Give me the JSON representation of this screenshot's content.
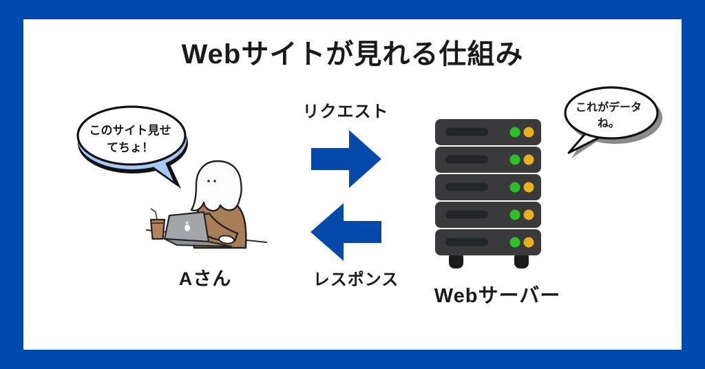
{
  "frame": {
    "border_color": "#004aad",
    "background": "#ffffff"
  },
  "title": "Webサイトが見れる仕組み",
  "client": {
    "label": "Aさん",
    "bubble": {
      "line1": "このサイト見せ",
      "line2": "てちょ！",
      "accent_color": "#a5c8f5",
      "outline_color": "#111111",
      "fill": "#ffffff"
    },
    "illustration": "woman-typing-on-laptop-with-coffee-cup"
  },
  "flow": {
    "request_label": "リクエスト",
    "response_label": "レスポンス",
    "arrow_color": "#0549ad"
  },
  "server": {
    "label": "Webサーバー",
    "bubble": {
      "line1": "これがデータ",
      "line2": "ね。",
      "shadow_color": "#8b8b8b",
      "fill": "#ffffff"
    },
    "unit_count": 5,
    "body_color": "#3a3a3c",
    "slot_color": "#232527",
    "led_green": "#2bc227",
    "led_yellow": "#eab117",
    "foot_color": "#1b1b1d"
  }
}
